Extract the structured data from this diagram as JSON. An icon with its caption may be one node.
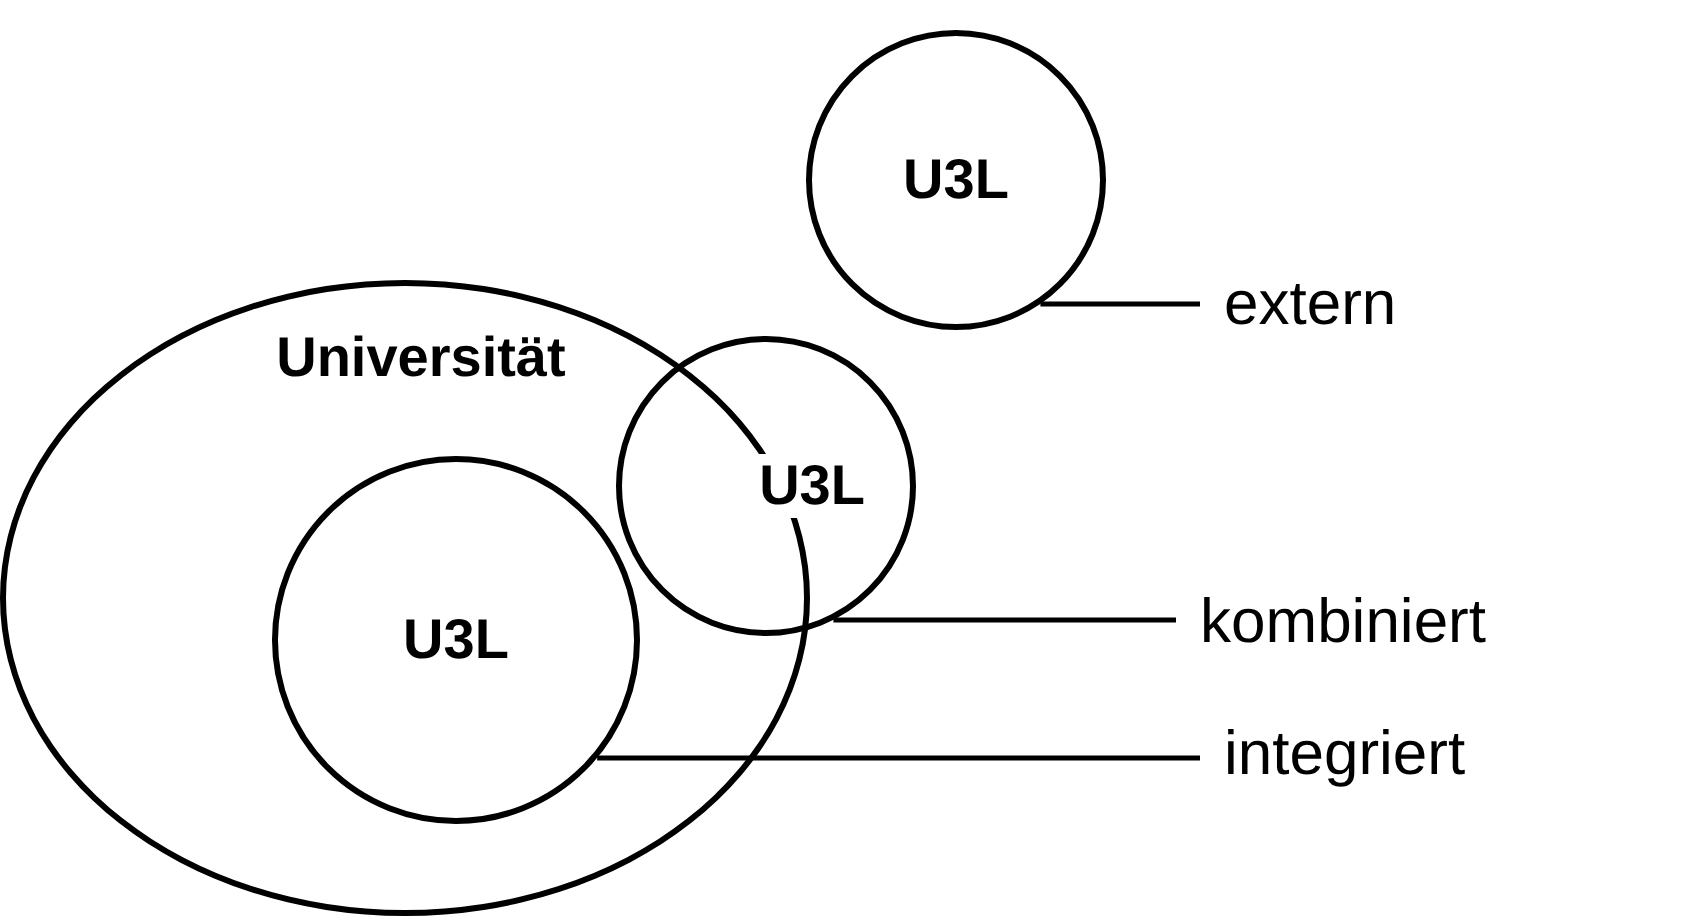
{
  "diagram": {
    "nodes": [
      {
        "text": [
          "U3L"
        ]
      },
      {
        "text": [
          "Universität"
        ]
      },
      {
        "text": [
          "U3L"
        ]
      },
      {
        "text": [
          "U3L"
        ],
        "in": 1
      },
      {
        "text": [
          "extern"
        ]
      },
      {
        "text": [
          "kombiniert"
        ]
      },
      {
        "text": [
          "integriert"
        ]
      }
    ],
    "edges": [
      {
        "from": 4,
        "to": 0,
        "arrow": "none"
      },
      {
        "from": 5,
        "to": 2,
        "arrow": "none"
      },
      {
        "from": 6,
        "to": 3,
        "arrow": "none"
      }
    ]
  }
}
